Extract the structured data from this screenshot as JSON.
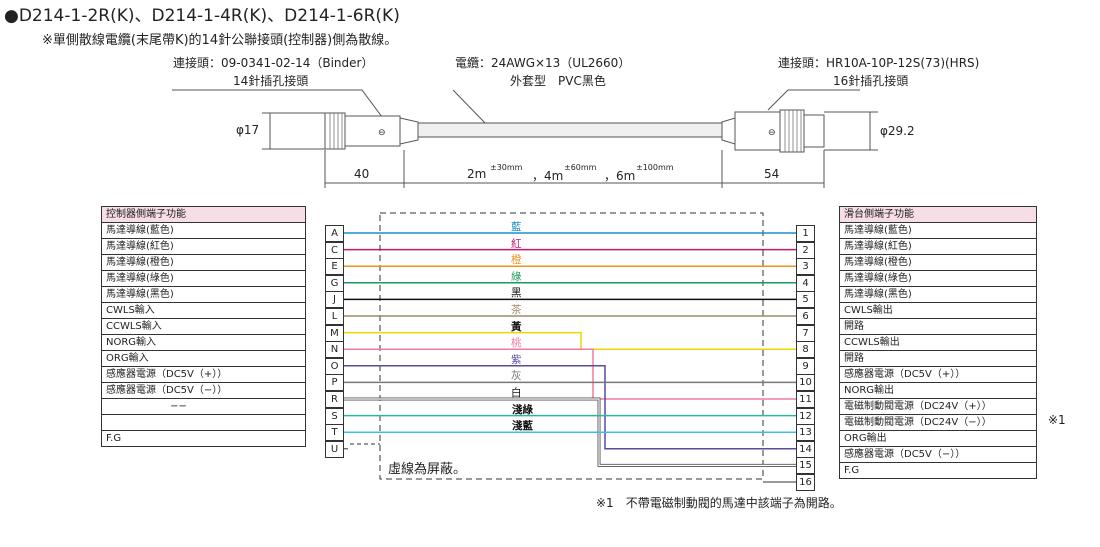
{
  "title": "●D214-1-2R(K)、D214-1-4R(K)、D214-1-6R(K)",
  "subtitle": "※單側散線電纜(末尾帶K)的14針公聯接頭(控制器)側為散線。",
  "cable_drawing": {
    "left_connector_label": "連接頭：09-0341-02-14（Binder）",
    "left_connector_sub": "14針插孔接頭",
    "cable_label": "電纜：24AWG×13（UL2660）",
    "cable_sub": "外套型　PVC黑色",
    "right_connector_label": "連接頭：HR10A-10P-12S(73)(HRS)",
    "right_connector_sub": "16針插孔接頭",
    "left_diameter": "φ17",
    "right_diameter": "φ29.2",
    "left_length": "40",
    "right_length": "54",
    "mid_length_a": "2m",
    "tol_a": "±30mm",
    "mid_length_b": "，4m",
    "tol_b": "±60mm",
    "mid_length_c": "，6m",
    "tol_c": "±100mm"
  },
  "left_table": {
    "header": "控制器側端子功能",
    "rows": [
      "馬達導線(藍色)",
      "馬達導線(紅色)",
      "馬達導線(橙色)",
      "馬達導線(綠色)",
      "馬達導線(黑色)",
      "CWLS輸入",
      "CCWLS輸入",
      "NORG輸入",
      "ORG輸入",
      "感應器電源（DC5V（+））",
      "感應器電源（DC5V（−））",
      "−−",
      "",
      "F.G"
    ]
  },
  "left_pins": [
    "A",
    "C",
    "E",
    "G",
    "J",
    "L",
    "M",
    "N",
    "O",
    "P",
    "R",
    "S",
    "T",
    "U"
  ],
  "right_pins": [
    "1",
    "2",
    "3",
    "4",
    "5",
    "6",
    "7",
    "8",
    "9",
    "10",
    "11",
    "12",
    "13",
    "14",
    "15",
    "16"
  ],
  "right_table": {
    "header": "滑台側端子功能",
    "rows": [
      "馬達導線(藍色)",
      "馬達導線(紅色)",
      "馬達導線(橙色)",
      "馬達導線(綠色)",
      "馬達導線(黑色)",
      "CWLS輸出",
      "開路",
      "CCWLS輸出",
      "開路",
      "感應器電源（DC5V（+））",
      "NORG輸出",
      "電磁制動閥電源（DC24V（+））",
      "電磁制動閥電源（DC24V（−））",
      "ORG輸出",
      "感應器電源（DC5V（−））",
      "F.G"
    ]
  },
  "wires": [
    {
      "label": "藍",
      "color": "#1a8fd0",
      "from": 0,
      "to": 0
    },
    {
      "label": "紅",
      "color": "#c0186e",
      "from": 1,
      "to": 1
    },
    {
      "label": "橙",
      "color": "#f0931e",
      "from": 2,
      "to": 2
    },
    {
      "label": "綠",
      "color": "#1a9a5a",
      "from": 3,
      "to": 3
    },
    {
      "label": "黑",
      "color": "#111111",
      "from": 4,
      "to": 4
    },
    {
      "label": "茶",
      "color": "#a08a6a",
      "from": 5,
      "to": 5
    },
    {
      "label": "黃",
      "color": "#f2d400",
      "from": 6,
      "to": 7
    },
    {
      "label": "桃",
      "color": "#f07aa0",
      "from": 7,
      "to": 10
    },
    {
      "label": "紫",
      "color": "#5a4aa0",
      "from": 8,
      "to": 13
    },
    {
      "label": "灰",
      "color": "#777777",
      "from": 9,
      "to": 9
    },
    {
      "label": "白",
      "color": "#555555",
      "from": 10,
      "to": 14
    },
    {
      "label": "淺綠",
      "color": "#2ab89a",
      "from": 11,
      "to": 11
    },
    {
      "label": "淺藍",
      "color": "#38c0e8",
      "from": 12,
      "to": 12
    }
  ],
  "shield_note": "虛線為屏蔽。",
  "note_mark": "※1",
  "footnote": "※1　不帶電磁制動閥的馬達中該端子為開路。"
}
